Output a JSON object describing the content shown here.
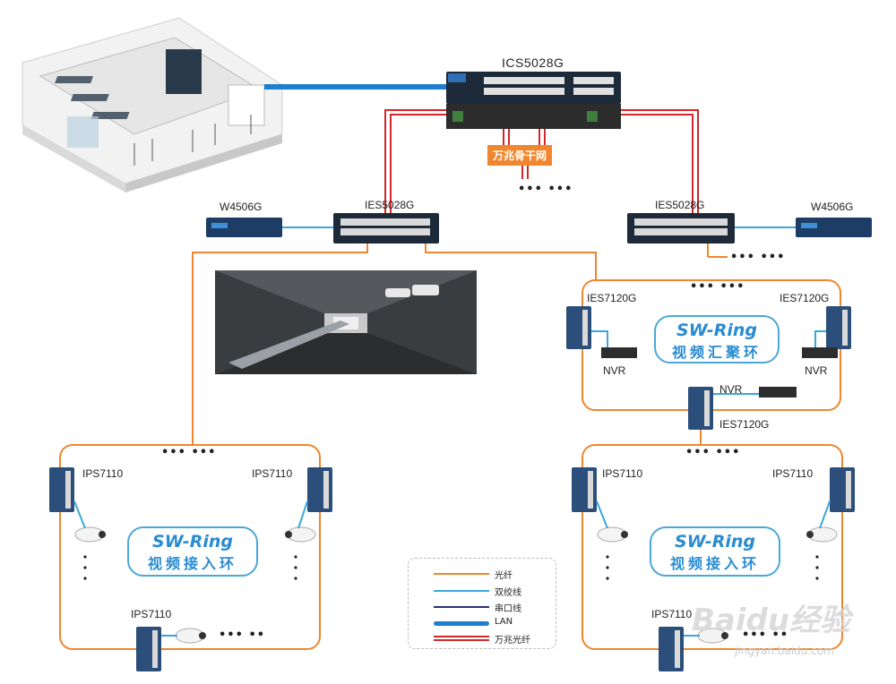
{
  "devices": {
    "core": "ICS5028G",
    "agg_left": "IES5028G",
    "agg_right": "IES5028G",
    "w_left": "W4506G",
    "w_right": "W4506G",
    "ies7120_left": "IES7120G",
    "ies7120_right": "IES7120G",
    "ies7120_bottom": "IES7120G",
    "nvr_left": "NVR",
    "nvr_right": "NVR",
    "nvr_bottom": "NVR",
    "ips_tl": "IPS7110",
    "ips_tr": "IPS7110",
    "ips_bottom_left": "IPS7110",
    "ips_rtl": "IPS7110",
    "ips_rtr": "IPS7110",
    "ips_bottom_right": "IPS7110"
  },
  "backbone_label": "万兆骨干网",
  "ellipsis": "••• •••",
  "ellipsis_short": "••• ••",
  "rings": {
    "aggregation": {
      "title": "SW-Ring",
      "subtitle": "视频汇聚环"
    },
    "access_left": {
      "title": "SW-Ring",
      "subtitle": "视频接入环"
    },
    "access_right": {
      "title": "SW-Ring",
      "subtitle": "视频接入环"
    }
  },
  "legend": [
    {
      "label": "光纤",
      "color": "#f0862d"
    },
    {
      "label": "双绞线",
      "color": "#3aa7db"
    },
    {
      "label": "串口线",
      "color": "#2c2f73"
    },
    {
      "label": "LAN",
      "color": "#1e7ed0"
    },
    {
      "label": "万兆光纤",
      "color": "#d3282b"
    }
  ],
  "watermark": "Baidu经验",
  "watermark_url": "jingyan.baidu.com"
}
